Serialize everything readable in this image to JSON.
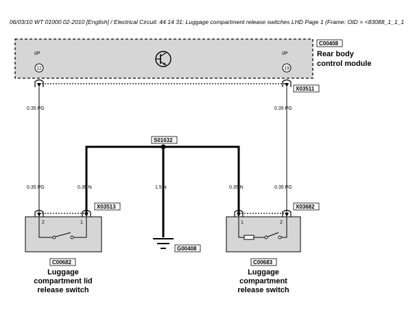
{
  "header": "06/03/10  WT 01000 02-2010 [English] / Electrical Circuit: 44 14 31: Luggage compartment release switches LHD  Page 1  (Frame: OID = <83088_1_1_1",
  "module": {
    "code": "C00408",
    "name_line1": "Rear body",
    "name_line2": "control module",
    "pin_left_label": "I/P",
    "pin_left": "12",
    "pin_right_label": "I/P",
    "pin_right": "19",
    "top_connector": "X03511"
  },
  "splice": "S01632",
  "ground": "G00408",
  "wires": {
    "top_left": "0.35 PG",
    "top_right": "0.35 PG",
    "low_far_left": "0.35 PG",
    "low_left": "0.35 N",
    "low_center": "1.5 N",
    "low_right": "0.35 N",
    "low_far_right": "0.35 PG"
  },
  "switch_left": {
    "connector": "X03513",
    "code": "C00682",
    "pin_a": "2",
    "pin_b": "1",
    "name_line1": "Luggage",
    "name_line2": "compartment lid",
    "name_line3": "release switch"
  },
  "switch_right": {
    "connector": "X03682",
    "code": "C00683",
    "pin_a": "1",
    "pin_b": "2",
    "name_line1": "Luggage",
    "name_line2": "compartment",
    "name_line3": "release switch"
  },
  "colors": {
    "box_fill": "#d6d6d6",
    "wire": "#000000"
  }
}
